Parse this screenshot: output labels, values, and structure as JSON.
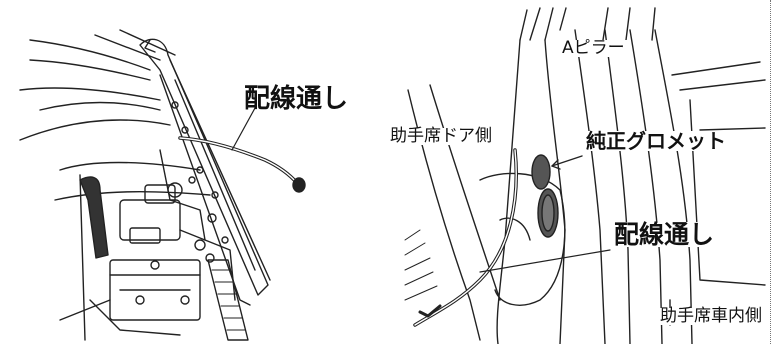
{
  "left_panel": {
    "label_wiring": "配線通し"
  },
  "right_panel": {
    "label_a_pillar": "Aピラー",
    "label_passenger_door_side": "助手席ドア側",
    "label_genuine_grommet": "純正グロメット",
    "label_wiring": "配線通し",
    "label_passenger_cabin": "助手席車内側"
  }
}
